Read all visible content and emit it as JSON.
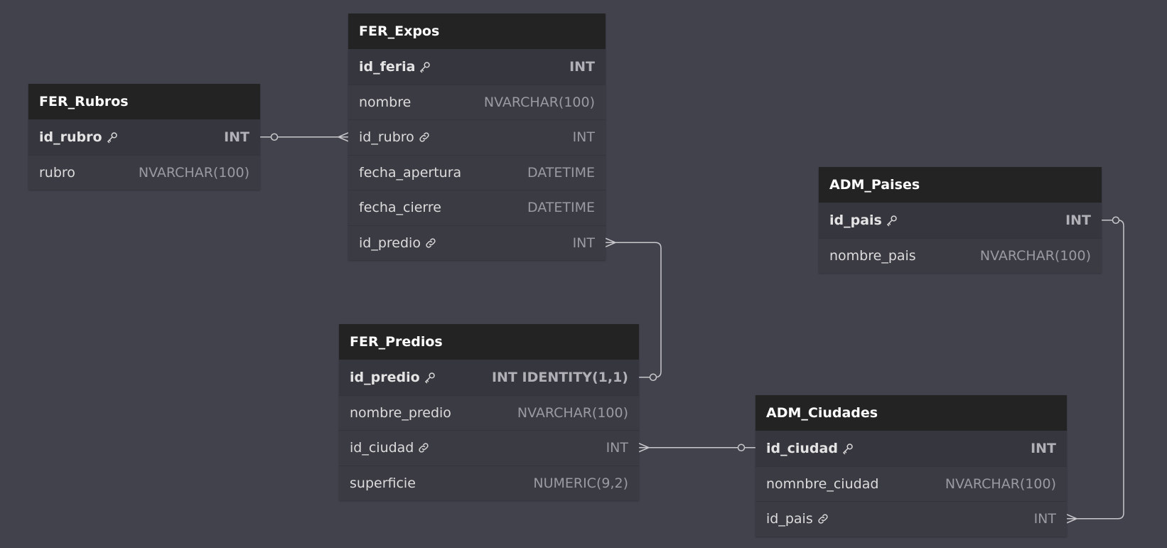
{
  "tables": [
    {
      "id": "fer_expos",
      "name": "FER_Expos",
      "columns": [
        {
          "name": "id_feria",
          "type": "INT",
          "pk": true,
          "fk": false
        },
        {
          "name": "nombre",
          "type": "NVARCHAR(100)",
          "pk": false,
          "fk": false
        },
        {
          "name": "id_rubro",
          "type": "INT",
          "pk": false,
          "fk": true
        },
        {
          "name": "fecha_apertura",
          "type": "DATETIME",
          "pk": false,
          "fk": false
        },
        {
          "name": "fecha_cierre",
          "type": "DATETIME",
          "pk": false,
          "fk": false
        },
        {
          "name": "id_predio",
          "type": "INT",
          "pk": false,
          "fk": true
        }
      ]
    },
    {
      "id": "fer_rubros",
      "name": "FER_Rubros",
      "columns": [
        {
          "name": "id_rubro",
          "type": "INT",
          "pk": true,
          "fk": false
        },
        {
          "name": "rubro",
          "type": "NVARCHAR(100)",
          "pk": false,
          "fk": false
        }
      ]
    },
    {
      "id": "adm_paises",
      "name": "ADM_Paises",
      "columns": [
        {
          "name": "id_pais",
          "type": "INT",
          "pk": true,
          "fk": false
        },
        {
          "name": "nombre_pais",
          "type": "NVARCHAR(100)",
          "pk": false,
          "fk": false
        }
      ]
    },
    {
      "id": "fer_predios",
      "name": "FER_Predios",
      "columns": [
        {
          "name": "id_predio",
          "type": "INT IDENTITY(1,1)",
          "pk": true,
          "fk": false
        },
        {
          "name": "nombre_predio",
          "type": "NVARCHAR(100)",
          "pk": false,
          "fk": false
        },
        {
          "name": "id_ciudad",
          "type": "INT",
          "pk": false,
          "fk": true
        },
        {
          "name": "superficie",
          "type": "NUMERIC(9,2)",
          "pk": false,
          "fk": false
        }
      ]
    },
    {
      "id": "adm_ciudades",
      "name": "ADM_Ciudades",
      "columns": [
        {
          "name": "id_ciudad",
          "type": "INT",
          "pk": true,
          "fk": false
        },
        {
          "name": "nomnbre_ciudad",
          "type": "NVARCHAR(100)",
          "pk": false,
          "fk": false
        },
        {
          "name": "id_pais",
          "type": "INT",
          "pk": false,
          "fk": true
        }
      ]
    }
  ],
  "relationships": [
    {
      "from_table": "fer_expos",
      "from_column": "id_rubro",
      "to_table": "fer_rubros",
      "to_column": "id_rubro",
      "cardinality": "many-to-one"
    },
    {
      "from_table": "fer_expos",
      "from_column": "id_predio",
      "to_table": "fer_predios",
      "to_column": "id_predio",
      "cardinality": "many-to-one"
    },
    {
      "from_table": "fer_predios",
      "from_column": "id_ciudad",
      "to_table": "adm_ciudades",
      "to_column": "id_ciudad",
      "cardinality": "many-to-one"
    },
    {
      "from_table": "adm_ciudades",
      "from_column": "id_pais",
      "to_table": "adm_paises",
      "to_column": "id_pais",
      "cardinality": "many-to-one"
    }
  ],
  "colors": {
    "background": "#42424c",
    "header": "#232324",
    "body": "#3b3b44",
    "connector": "#c8c8cc"
  },
  "icons": {
    "primary_key": "key-icon",
    "foreign_key": "link-icon"
  }
}
